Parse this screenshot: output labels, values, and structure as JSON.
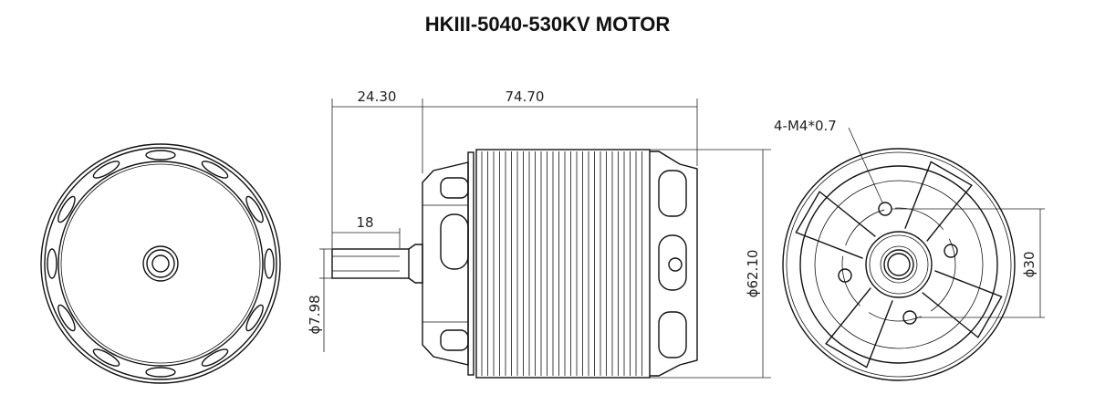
{
  "title": "HKIII-5040-530KV MOTOR",
  "dimensions": {
    "bell_to_shaft": "24.30",
    "body_length": "74.70",
    "shaft_length": "18",
    "shaft_diameter": "ϕ7.98",
    "body_diameter": "ϕ62.10",
    "bolt_circle": "ϕ30",
    "mount_holes": "4-M4*0.7"
  },
  "colors": {
    "line": "#111111",
    "background": "#ffffff"
  }
}
